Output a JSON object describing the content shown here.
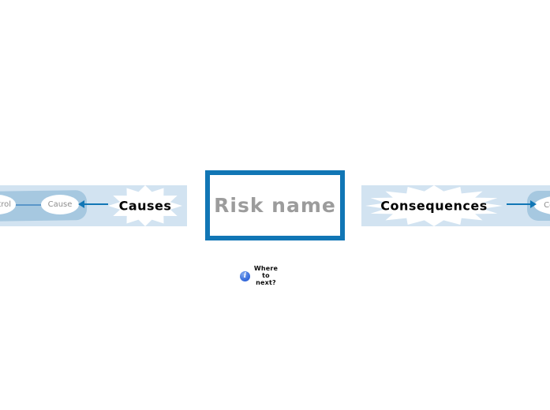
{
  "colors": {
    "accent": "#1176b5",
    "band": "#d2e3f1",
    "band-strong": "#a6c8e0",
    "connector": "#5a97c9",
    "node-text": "#8e8e8e",
    "center-text": "#9c9c9c",
    "burst-text": "#000000",
    "info-blue": "#2e63d8"
  },
  "canvas": {
    "center_node": {
      "label": "Risk name"
    },
    "causes_branch": {
      "burst_label": "Causes",
      "nodes": [
        {
          "label": "Control"
        },
        {
          "label": "Cause"
        }
      ]
    },
    "consequences_branch": {
      "burst_label": "Consequences",
      "nodes": [
        {
          "label": "Consequence"
        }
      ]
    },
    "where_next": {
      "icon": "info-icon",
      "icon_glyph": "i",
      "lines": [
        "Where",
        "to",
        "next?"
      ]
    }
  }
}
